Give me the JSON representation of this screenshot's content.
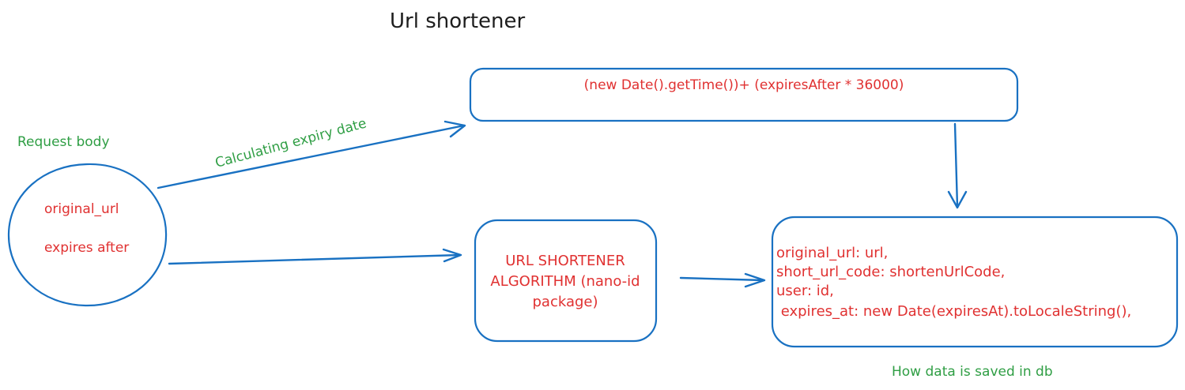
{
  "title": "Url shortener",
  "labels": {
    "request_body": "Request body",
    "calculating": "Calculating expiry date",
    "saved_in_db": "How data is saved in db"
  },
  "request_circle": {
    "line1": "original_url",
    "line2": "expires after"
  },
  "expiry_box": {
    "formula": "(new Date().getTime())+ (expiresAfter * 36000)"
  },
  "algorithm_box": {
    "lines": [
      "URL SHORTENER",
      "ALGORITHM (nano-id",
      "package)"
    ]
  },
  "db_box": {
    "lines": [
      "original_url: url,",
      "short_url_code: shortenUrlCode,",
      "user: id,",
      " expires_at: new Date(expiresAt).toLocaleString(),"
    ]
  },
  "colors": {
    "stroke": "#1971c2",
    "red_text": "#e03131",
    "green_text": "#2f9e44",
    "title": "#1e1e1e"
  }
}
